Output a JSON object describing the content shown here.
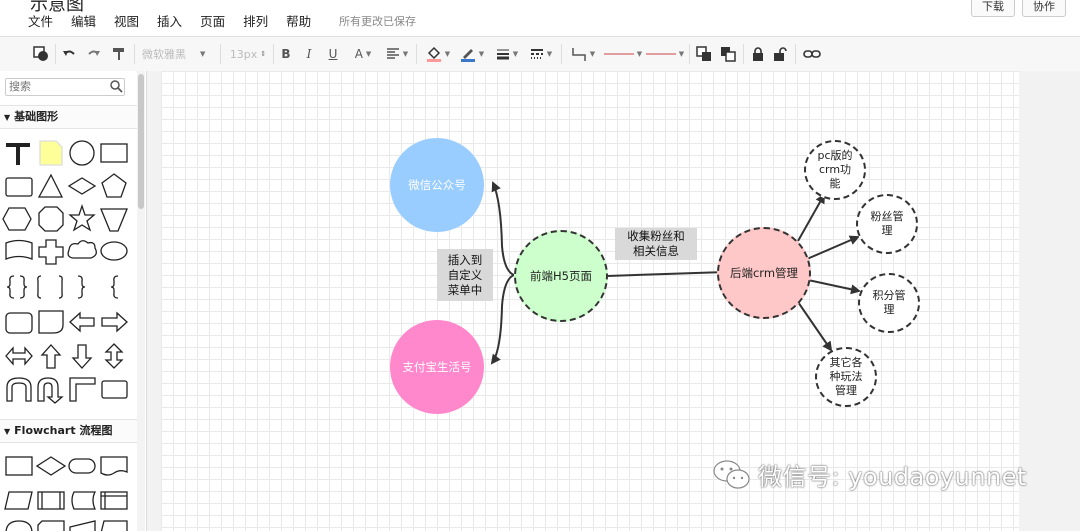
{
  "app": {
    "title": "示意图",
    "save_status": "所有更改已保存",
    "download_label": "下载",
    "collab_label": "协作"
  },
  "menu": [
    "文件",
    "编辑",
    "视图",
    "插入",
    "页面",
    "排列",
    "帮助"
  ],
  "toolbar": {
    "font_family": "微软雅黑",
    "font_size": "13px",
    "bold": "B",
    "italic": "I",
    "underline": "U",
    "font_color": "A"
  },
  "sidebar": {
    "search_placeholder": "搜索",
    "sections": [
      {
        "label": "基础图形"
      },
      {
        "label": "Flowchart 流程图"
      }
    ]
  },
  "diagram": {
    "nodes": {
      "wechat": "微信公众号",
      "alipay": "支付宝生活号",
      "h5": "前端H5页面",
      "crm": "后端crm管理",
      "pc": "pc版的\ncrm功\n能",
      "fans": "粉丝管\n理",
      "points": "积分管\n理",
      "other": "其它各\n种玩法\n管理"
    },
    "labels": {
      "insert": "插入到\n自定义\n菜单中",
      "collect": "收集粉丝和\n相关信息"
    },
    "colors": {
      "wechat": "#99ccff",
      "alipay": "#ff88cc",
      "h5": "#ccffcc",
      "crm": "#ffc8c8"
    }
  },
  "watermark": "微信号: youdaoyunnet"
}
